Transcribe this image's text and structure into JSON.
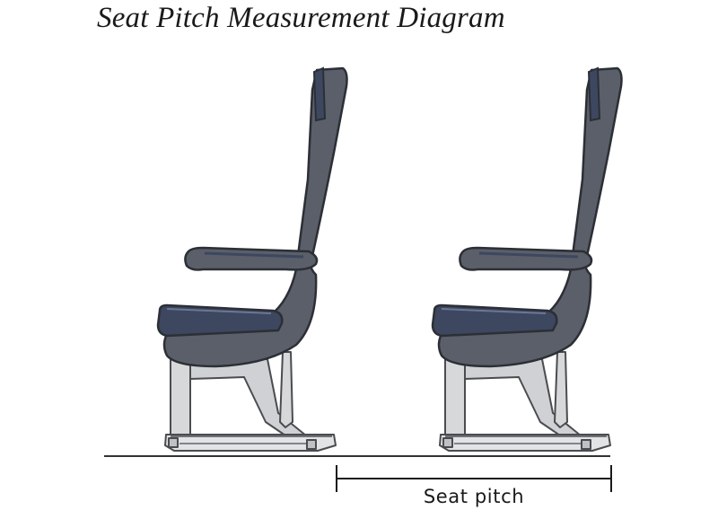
{
  "diagram": {
    "title": "Seat Pitch Measurement Diagram",
    "seat_count": 2,
    "measurement_label": "Seat pitch",
    "colors": {
      "shell": "#5a5f69",
      "shell_outline": "#2c2f35",
      "cushion": "#3d4760",
      "cushion_light": "#6a7796",
      "frame": "#d6d8da",
      "frame_outline": "#4a4c50",
      "floor": "#333333"
    }
  }
}
